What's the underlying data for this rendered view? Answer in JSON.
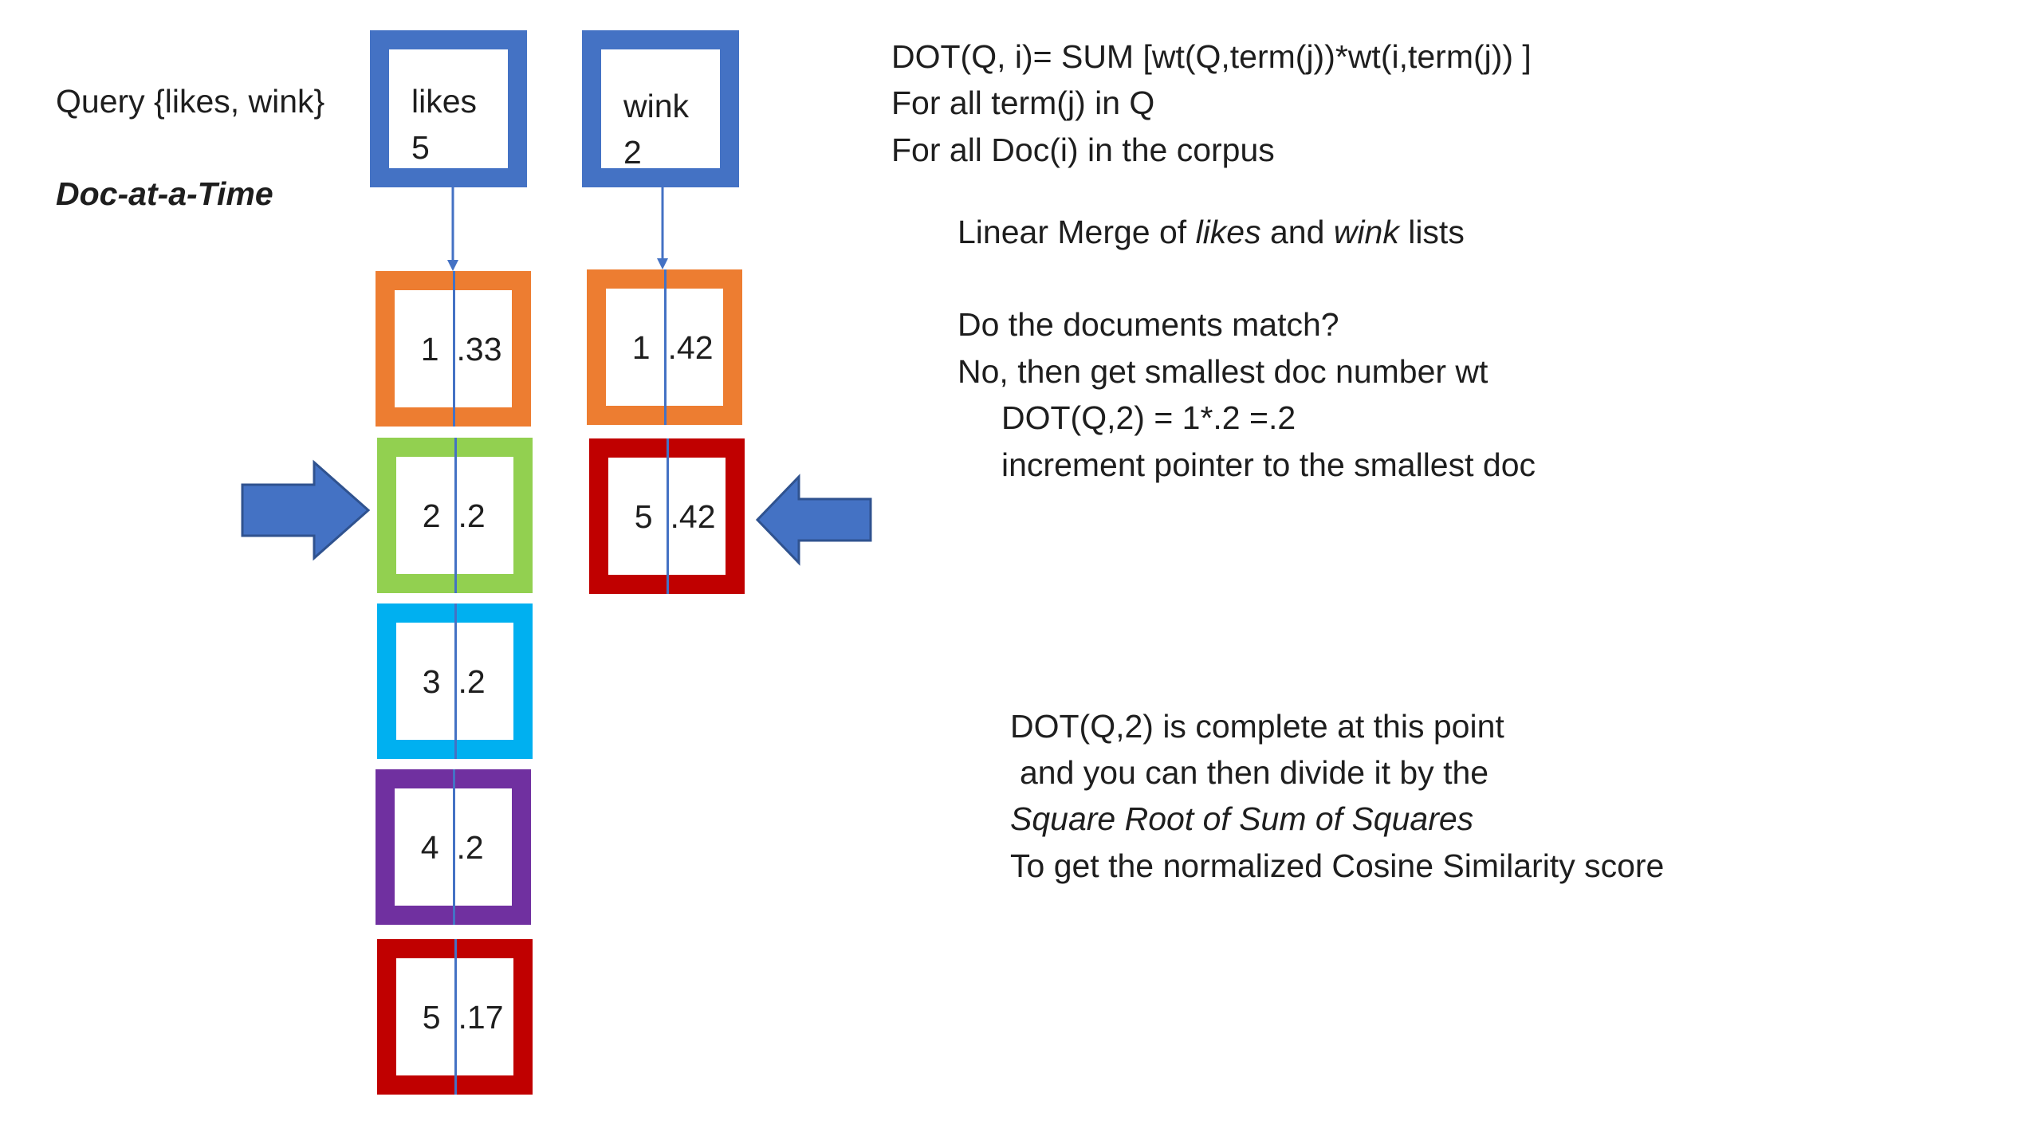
{
  "query_label": "Query {likes, wink}",
  "mode_label": "Doc-at-a-Time",
  "terms": [
    {
      "term": "likes",
      "df": "5"
    },
    {
      "term": "wink",
      "df": "2"
    }
  ],
  "likes_postings": [
    {
      "doc": "1",
      "wt": ".33",
      "color": "#ed7d31"
    },
    {
      "doc": "2",
      "wt": ".2",
      "color": "#92d050"
    },
    {
      "doc": "3",
      "wt": ".2",
      "color": "#00b0f0"
    },
    {
      "doc": "4",
      "wt": ".2",
      "color": "#7030a0"
    },
    {
      "doc": "5",
      "wt": ".17",
      "color": "#c00000"
    }
  ],
  "wink_postings": [
    {
      "doc": "1",
      "wt": ".42",
      "color": "#ed7d31"
    },
    {
      "doc": "5",
      "wt": ".42",
      "color": "#c00000"
    }
  ],
  "term_box_color": "#4472c4",
  "pointer_color": "#4472c4",
  "formula": {
    "line1": "DOT(Q, i)= SUM [wt(Q,term(j))*wt(i,term(j)) ]",
    "line2": "For all term(j) in Q",
    "line3": "For all Doc(i) in the corpus"
  },
  "merge": {
    "prefix": "Linear Merge of ",
    "term_a": "likes",
    "middle": " and ",
    "term_b": "wink",
    "suffix": " lists"
  },
  "steps": {
    "line1": "Do the documents match?",
    "line2": "No, then get smallest doc number wt",
    "line3": "DOT(Q,2) = 1*.2 =.2",
    "line4": "increment pointer to the smallest doc"
  },
  "conclusion": {
    "line1": "DOT(Q,2) is complete at this point",
    "line2": "and you can then divide it by the",
    "line3": "Square Root of Sum of Squares",
    "line4": "To get the normalized Cosine Similarity score"
  }
}
